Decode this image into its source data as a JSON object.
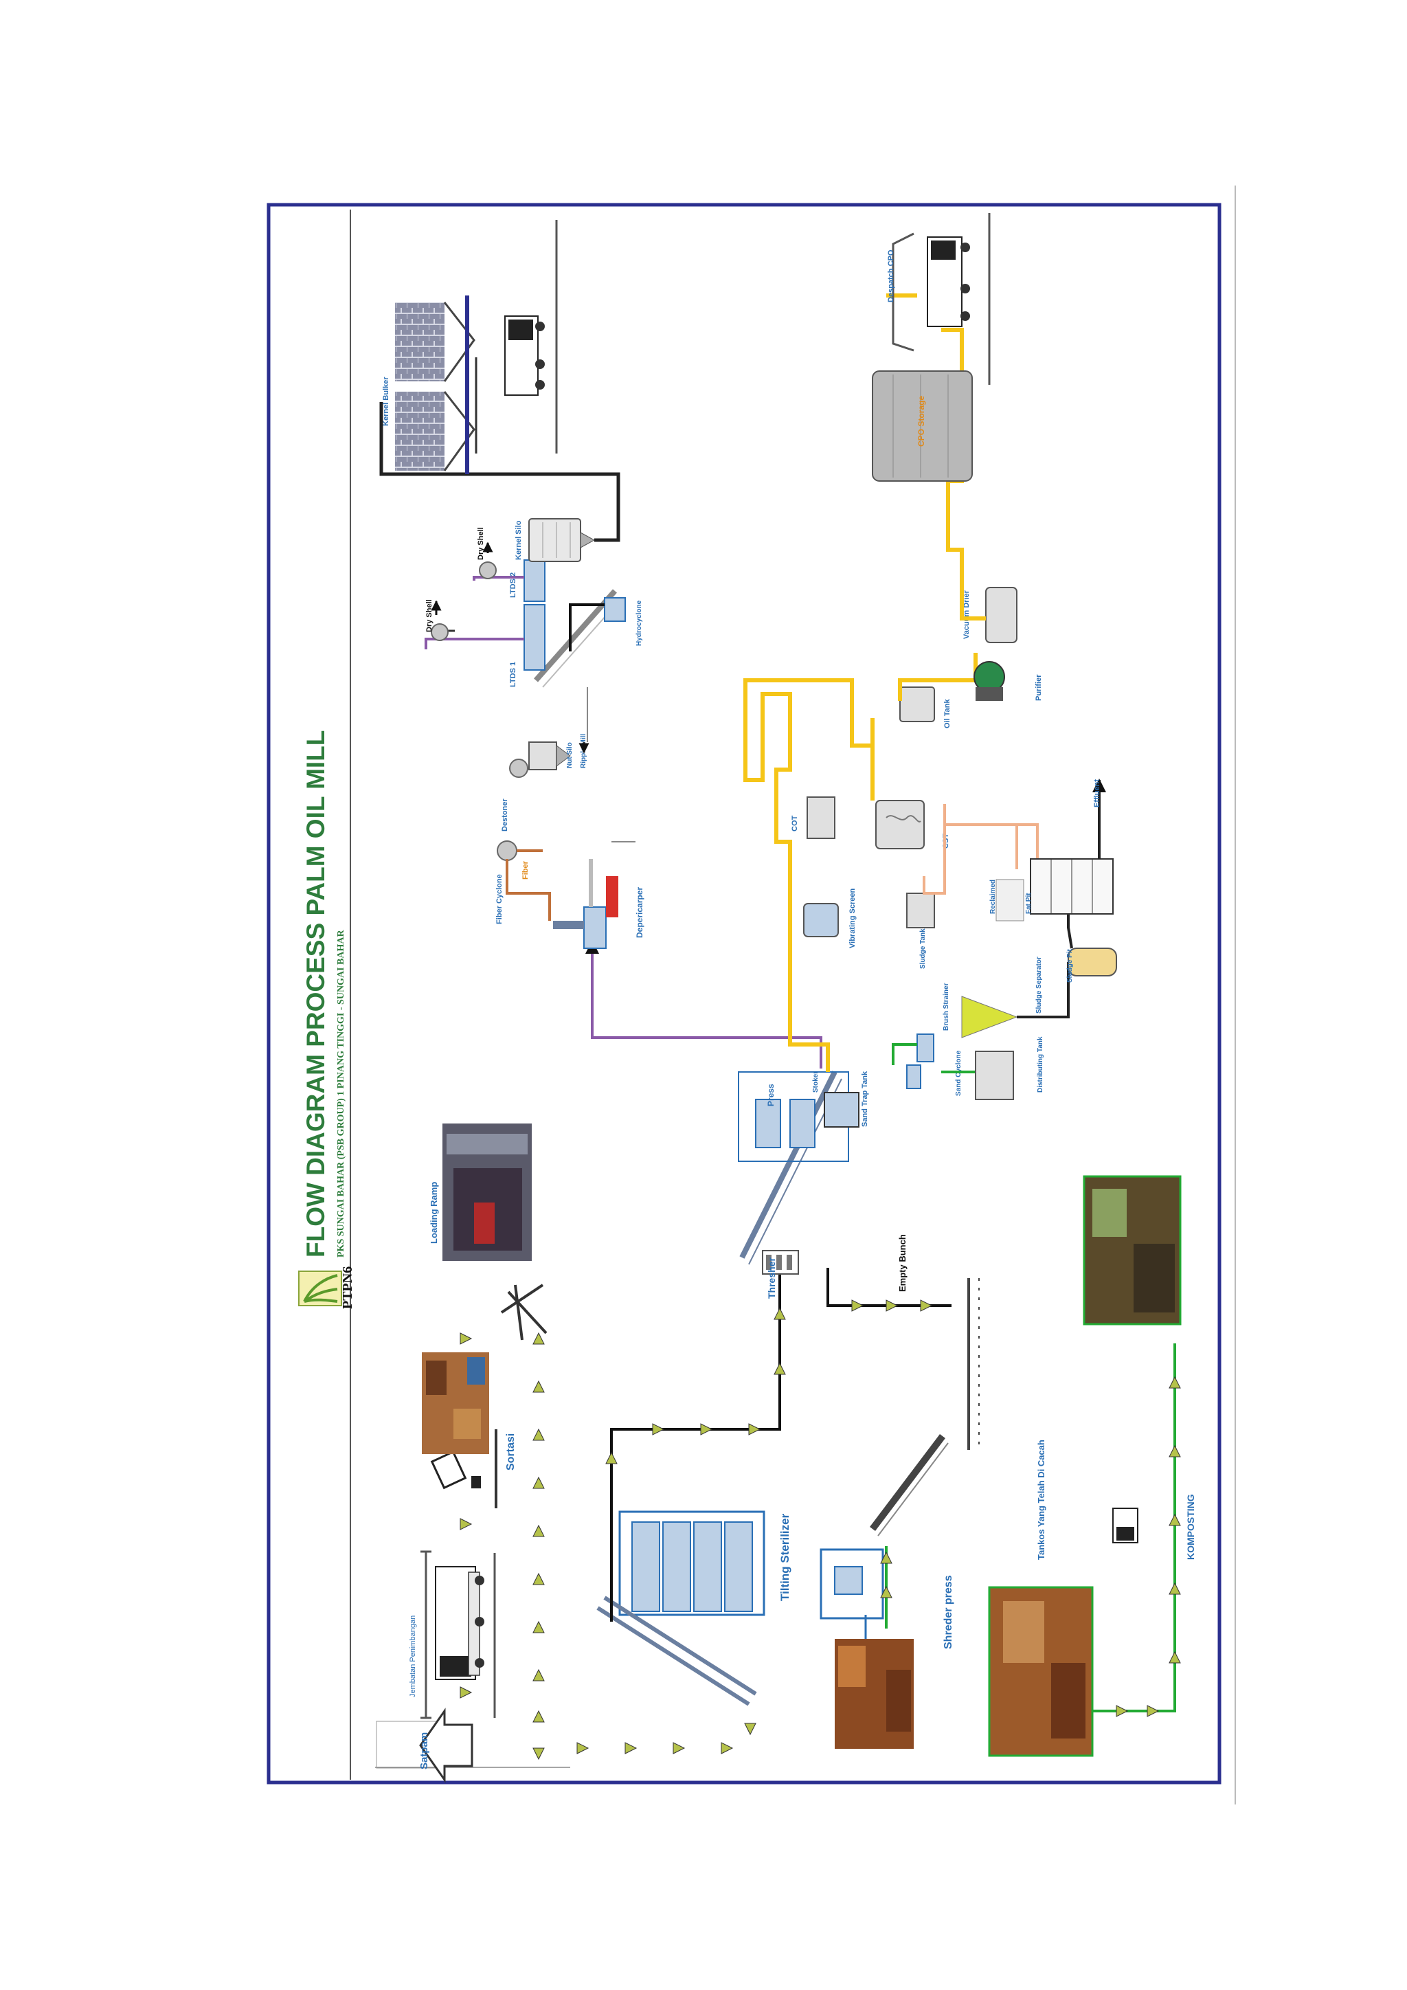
{
  "header": {
    "logo_text": "PTPN6",
    "title": "FLOW DIAGRAM PROCESS PALM OIL MILL",
    "subtitle": "PKS SUNGAI BAHAR (PSB GROUP) 1 PINANG TINGGI - SUNGAI BAHAR"
  },
  "reception": {
    "satpam": "Satpam",
    "jembatan": "Jembatan Penimbangan",
    "sortasi": "Sortasi",
    "loading_ramp": "Loading Ramp"
  },
  "sterilization": {
    "tilting_sterilizer": "Tilting Sterilizer",
    "thresher": "Thresher"
  },
  "empty_bunch": {
    "empty_bunch": "Empty Bunch",
    "shreder_press": "Shreder press",
    "tankos": "Tankos Yang Telah Di Cacah"
  },
  "composting": {
    "komposting": "KOMPOSTING"
  },
  "pressing": {
    "press": "Press",
    "stocker": "Stoker",
    "sand_trap": "Sand Trap Tank"
  },
  "clarification": {
    "vibrating_screen": "Vibrating Screen",
    "cot": "COT",
    "cst": "CST",
    "oil_tank": "Oil Tank",
    "purifier": "Purifier",
    "vacuum_drier": "Vacuum Drier",
    "storage_tank": "CPO Storage",
    "despatch_cpo": "Despatch CPO",
    "sludge_tank": "Sludge Tank",
    "reclaimed": "Reclaimed",
    "brush_strainer": "Brush Strainer",
    "sand_cyclone": "Sand Cyclone",
    "distributing_tank": "Distributing Tank",
    "sludge_separator": "Sludge Separator",
    "sludge_pit": "Sludge Pit",
    "fat_pit": "Fat Pit",
    "effluent": "Effluent"
  },
  "kernel": {
    "depericarper": "Depericarper",
    "fiber_cyclone": "Fiber Cyclone",
    "fiber": "Fiber",
    "destoner": "Destoner",
    "nut_silo": "Nut Silo",
    "ripple_mill": "Ripple Mill",
    "ltds1": "LTDS 1",
    "ltds2": "LTDS 2",
    "dry_shell_1": "Dry Shell",
    "dry_shell_2": "Dry Shell",
    "hydrocyclone": "Hydrocyclone",
    "kernel_silo": "Kernel Silo",
    "kernel_bulker": "Kernel Bulker"
  },
  "colors": {
    "frame": "#2b2f8f",
    "title_green": "#2e7d3c",
    "label_blue": "#2a6fb5",
    "oil_line": "#f5c518",
    "fiber_line": "#8a5aa8",
    "kernel_line": "#222222",
    "compost_line": "#22aa33",
    "sludge_line": "#f0b08a",
    "arrow_fill": "#b5c24a"
  }
}
